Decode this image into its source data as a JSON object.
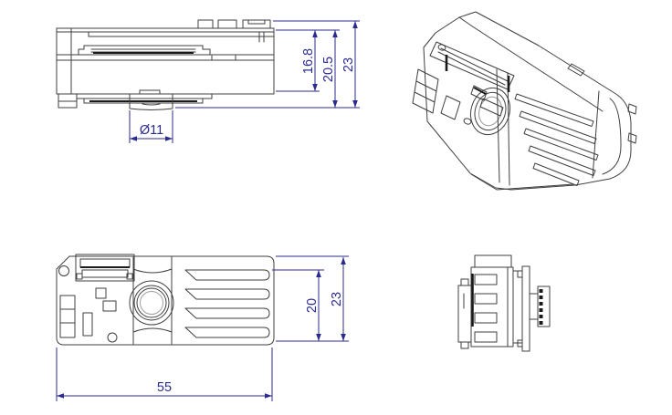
{
  "page": {
    "background": "#ffffff",
    "kind": "CAD multi-view part drawing"
  },
  "drawing": {
    "line_color": "#3f3f3f",
    "accent_dark": "#1a1a1a",
    "dimension_color": "#2b2b8f"
  },
  "views": {
    "side": {
      "name": "side view"
    },
    "isometric": {
      "name": "isometric view"
    },
    "top": {
      "name": "top view"
    },
    "end": {
      "name": "end view"
    }
  },
  "dimensions": {
    "side": {
      "body_height": "16.8",
      "height_with_lens": "20.5",
      "total_height": "23",
      "lens_diameter": "Ø11"
    },
    "top": {
      "body_width": "20",
      "total_width": "23",
      "length": "55"
    }
  }
}
